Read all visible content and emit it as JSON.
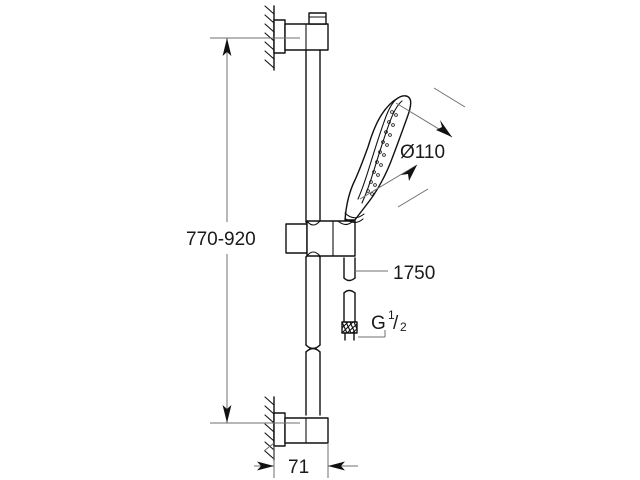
{
  "drawing": {
    "title": "Shower rail set technical dimension drawing",
    "product": "shower-rail-set",
    "background_color": "#ffffff",
    "line_color": "#111111",
    "dimension_line_color": "#6f6f6f",
    "units": "mm"
  },
  "dimensions": {
    "rail_height": {
      "label": "770-920",
      "name": "rail-height-range",
      "orientation": "vertical",
      "value_min": 770,
      "value_max": 920
    },
    "shower_head_diameter": {
      "label": "Ø110",
      "name": "shower-head-diameter",
      "symbol": "Ø",
      "value": 110
    },
    "hose_length": {
      "label": "1750",
      "name": "hose-length",
      "value": 1750
    },
    "thread_size": {
      "label_prefix": "G",
      "numerator": "1",
      "slash": "/",
      "denominator": "2",
      "name": "thread-size-g-half",
      "full_label": "G 1/2"
    },
    "wall_projection": {
      "label": "71",
      "name": "wall-projection",
      "orientation": "horizontal",
      "value": 71
    }
  },
  "components": {
    "wall_surface": "wall-hatching",
    "top_bracket": "top-wall-bracket",
    "bottom_bracket": "bottom-wall-bracket",
    "rail": "vertical-slide-rail",
    "slider": "adjustable-slider-holder",
    "hand_shower": "hand-shower-head",
    "hose": "shower-hose",
    "hose_connector": "knurled-hose-connector"
  }
}
